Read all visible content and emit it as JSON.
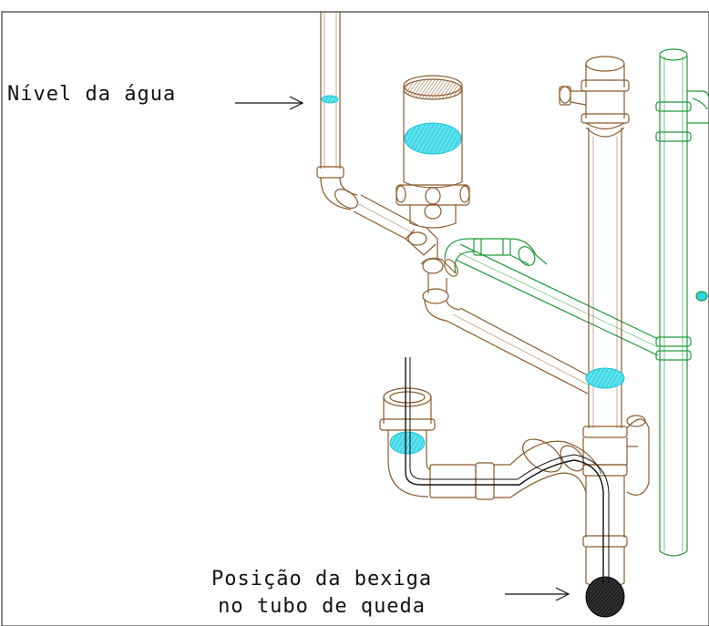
{
  "labels": {
    "water_level": "Nível da água",
    "bladder_line1": "Posição da bexiga",
    "bladder_line2": "no tubo de queda"
  },
  "colors": {
    "pipe_brown": "#8a5a2b",
    "pipe_green": "#1f9a3a",
    "water_cyan": "#33d6e6",
    "bladder_dark": "#222222",
    "arrow": "#111111"
  }
}
